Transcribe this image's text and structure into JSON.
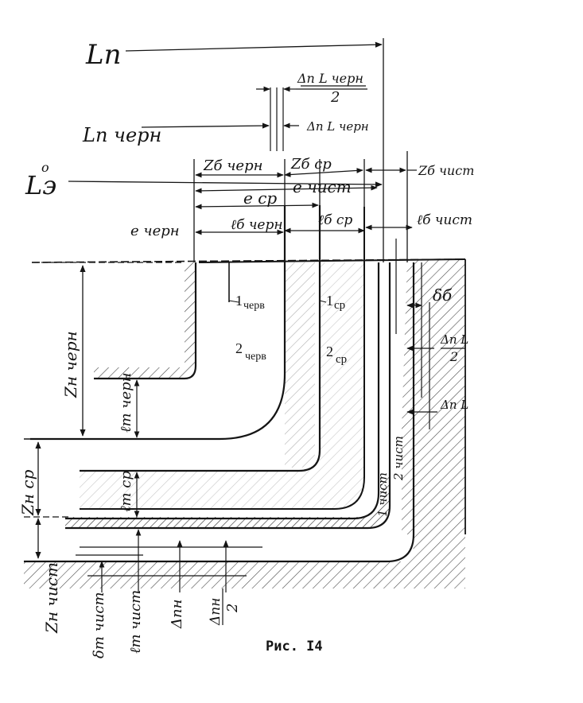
{
  "caption": "Рис. I4",
  "dimension_labels": {
    "L_p": "Lп",
    "L_p_cherN": "Lп черн",
    "L_e0": "Lэ",
    "L_e0_sup": "o",
    "delta_pL_cherN_half_num": "Δп L черн",
    "delta_pL_cherN_half_den": "2",
    "delta_pL_cherN": "Δп L черн",
    "Z_b_cherN": "Zб черн",
    "Z_b_sr": "Zб ср",
    "Z_b_chist": "Zб чист",
    "e_chist": "е чист",
    "e_sr": "е ср",
    "e_cherN": "е черн",
    "l_b_cherN": "ℓб черн",
    "l_b_sr": "ℓб ср",
    "l_b_chist": "ℓб чист",
    "delta_b": "δб",
    "delta_pL_half_num": "Δп L",
    "delta_pL_half_den": "2",
    "delta_pL": "Δп L",
    "Z_n_cherN": "Zн черн",
    "Z_n_sr": "Zн ср",
    "Z_n_chist": "Zн чист",
    "l_t_cherN": "ℓт черн",
    "l_t_sr": "ℓт ср",
    "delta_t_chist": "δт чист",
    "l_t_chist": "ℓт чист",
    "delta_pn": "Δпн",
    "delta_pn_half_num": "Δпн",
    "delta_pn_half_den": "2"
  },
  "surface_labels": {
    "s1_cherv_main": "1",
    "s1_cherv_sub": "черв",
    "s2_cherv_main": "2",
    "s2_cherv_sub": "черв",
    "s1_sr_main": "1",
    "s1_sr_sub": "ср",
    "s2_sr_main": "2",
    "s2_sr_sub": "ср",
    "s2_chist": "2 чист",
    "s1_chist": "1 чист"
  }
}
